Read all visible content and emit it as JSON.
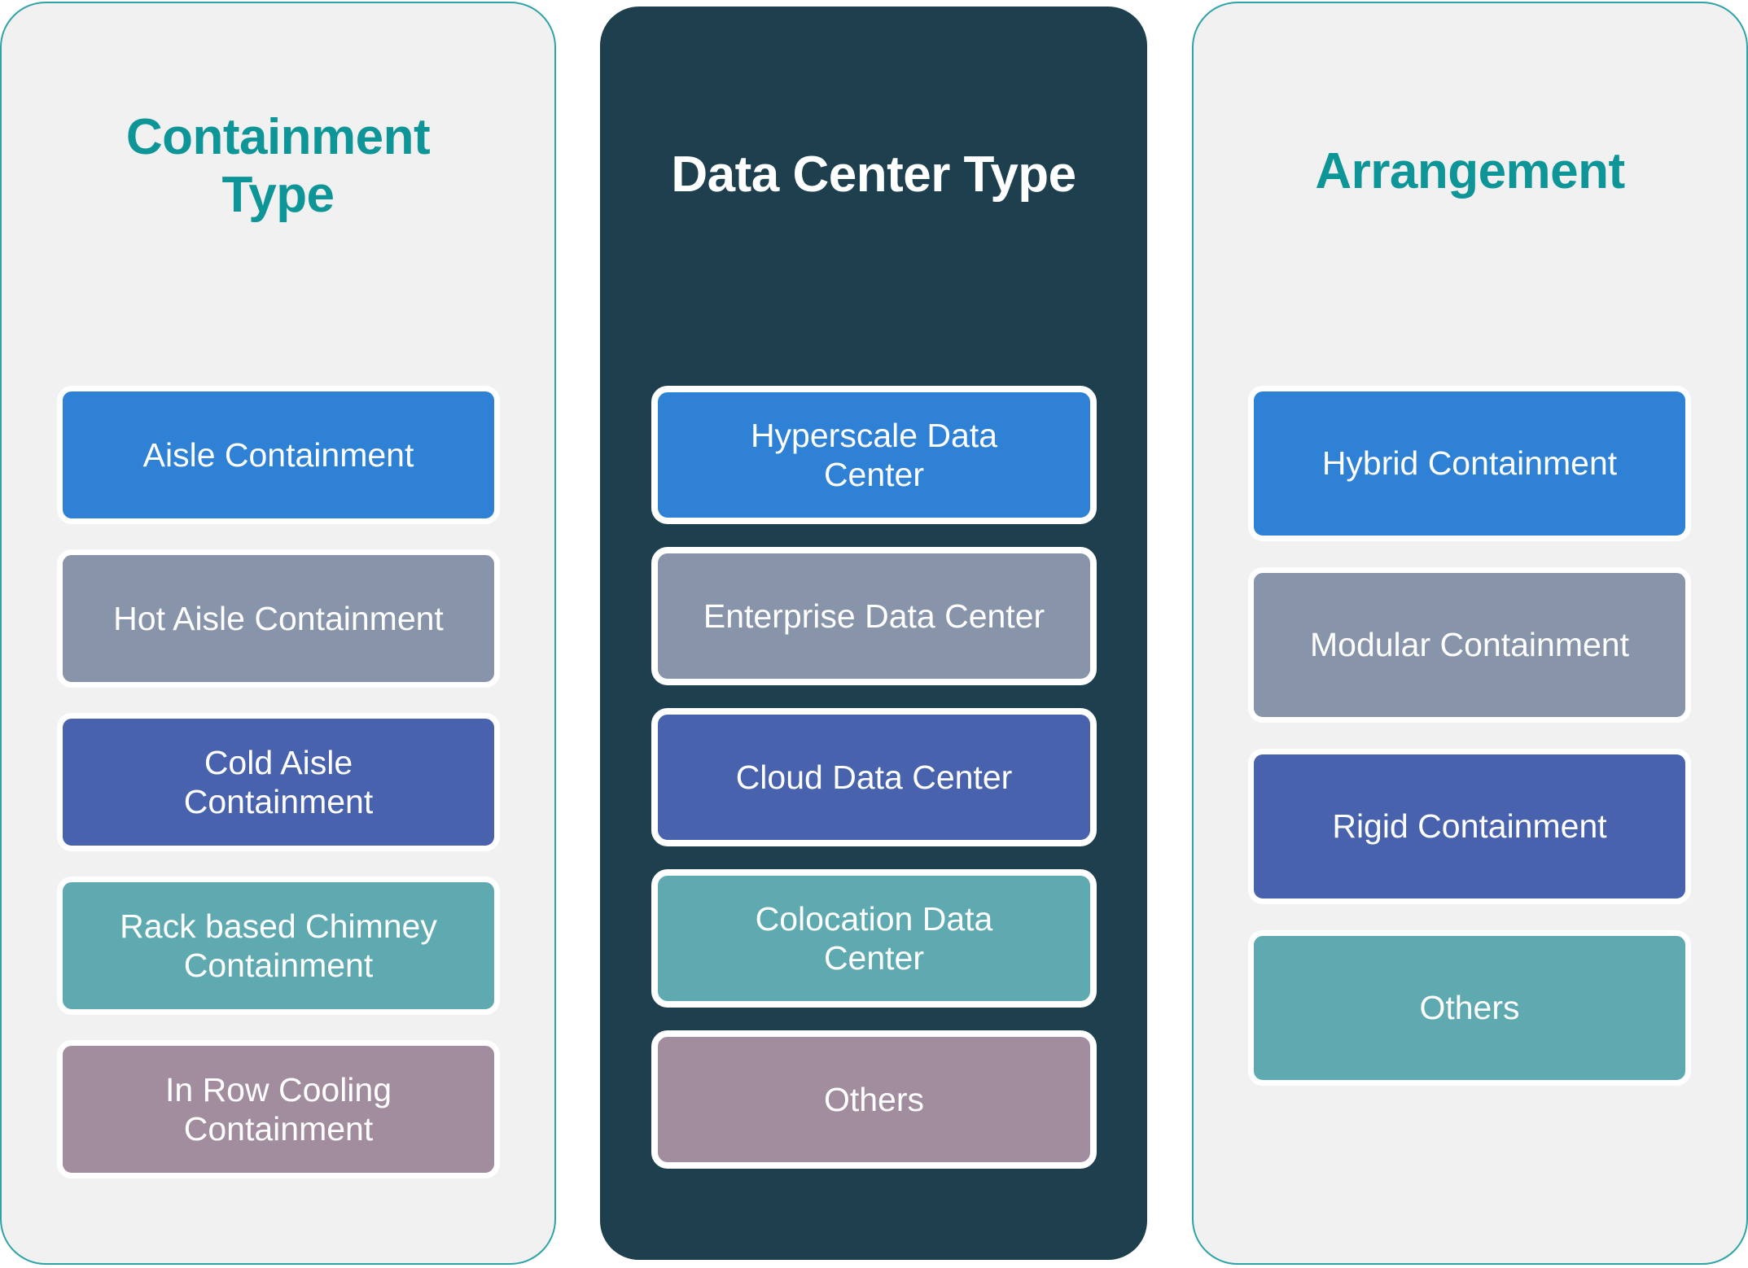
{
  "colors": {
    "panel_light_bg": "#f1f1f1",
    "panel_light_border": "#2fa3a6",
    "panel_dark_bg": "#1d3f4e",
    "title_teal": "#0d9597",
    "title_white": "#ffffff",
    "box_blue": "#2e81d4",
    "box_slate": "#8794a9",
    "box_indigo": "#4962ad",
    "box_teal": "#5eaab0",
    "box_mauve": "#a18d9e",
    "box_border": "#ffffff",
    "box_text": "#ffffff"
  },
  "panels": [
    {
      "id": "containment-type",
      "title": "Containment\nType",
      "style": "light",
      "items": [
        {
          "label": "Aisle Containment",
          "color": "blue"
        },
        {
          "label": "Hot Aisle Containment",
          "color": "slate"
        },
        {
          "label": "Cold Aisle\nContainment",
          "color": "indigo"
        },
        {
          "label": "Rack based Chimney\nContainment",
          "color": "teal"
        },
        {
          "label": "In Row Cooling\nContainment",
          "color": "mauve"
        }
      ]
    },
    {
      "id": "data-center-type",
      "title": "Data Center Type",
      "style": "dark",
      "items": [
        {
          "label": "Hyperscale Data\nCenter",
          "color": "blue"
        },
        {
          "label": "Enterprise Data Center",
          "color": "slate"
        },
        {
          "label": "Cloud Data Center",
          "color": "indigo"
        },
        {
          "label": "Colocation Data\nCenter",
          "color": "teal"
        },
        {
          "label": "Others",
          "color": "mauve"
        }
      ]
    },
    {
      "id": "arrangement",
      "title": "Arrangement",
      "style": "light",
      "items": [
        {
          "label": "Hybrid Containment",
          "color": "blue"
        },
        {
          "label": "Modular Containment",
          "color": "slate"
        },
        {
          "label": "Rigid Containment",
          "color": "indigo"
        },
        {
          "label": "Others",
          "color": "teal"
        }
      ]
    }
  ]
}
